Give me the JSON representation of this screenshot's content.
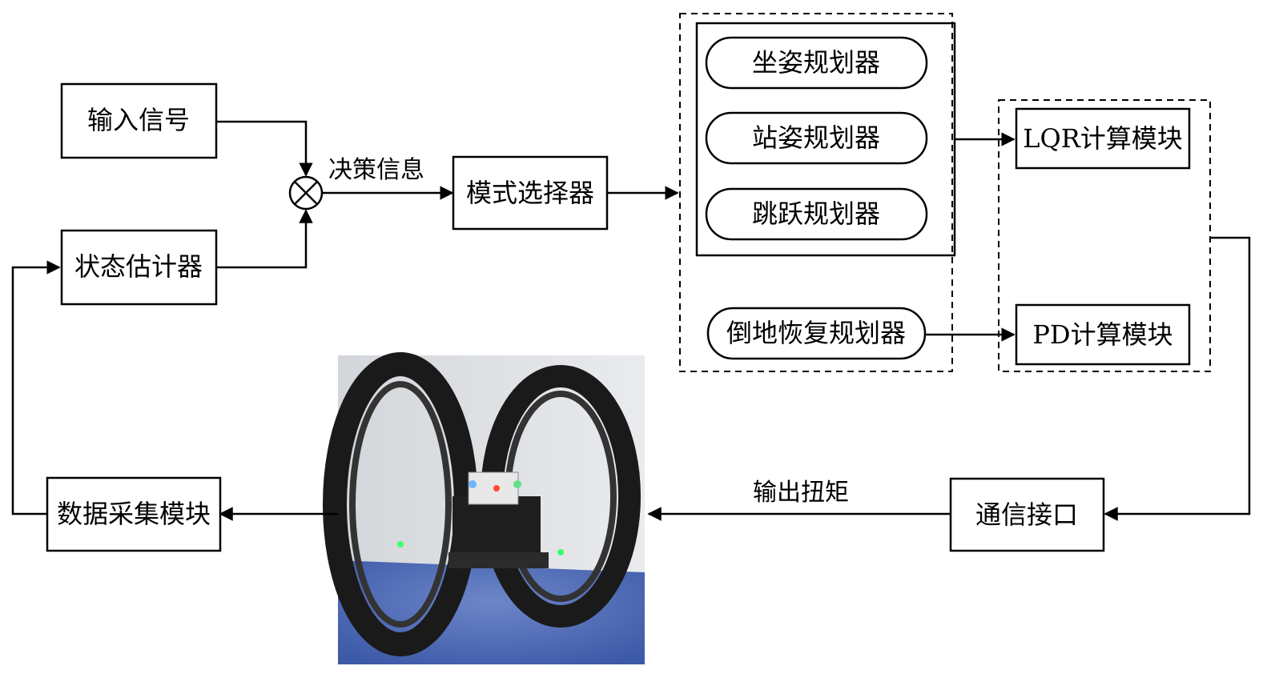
{
  "blocks": {
    "input_signal": "输入信号",
    "state_estimator": "状态估计器",
    "mode_selector": "模式选择器",
    "data_acquisition": "数据采集模块",
    "comm_interface": "通信接口",
    "lqr_module": "LQR计算模块",
    "pd_module": "PD计算模块"
  },
  "planners": {
    "sitting": "坐姿规划器",
    "standing": "站姿规划器",
    "jumping": "跳跃规划器",
    "fall_recovery": "倒地恢复规划器"
  },
  "edge_labels": {
    "decision_info": "决策信息",
    "output_torque": "输出扭矩"
  },
  "photo": {
    "subject": "wheeled-robot-photo"
  }
}
